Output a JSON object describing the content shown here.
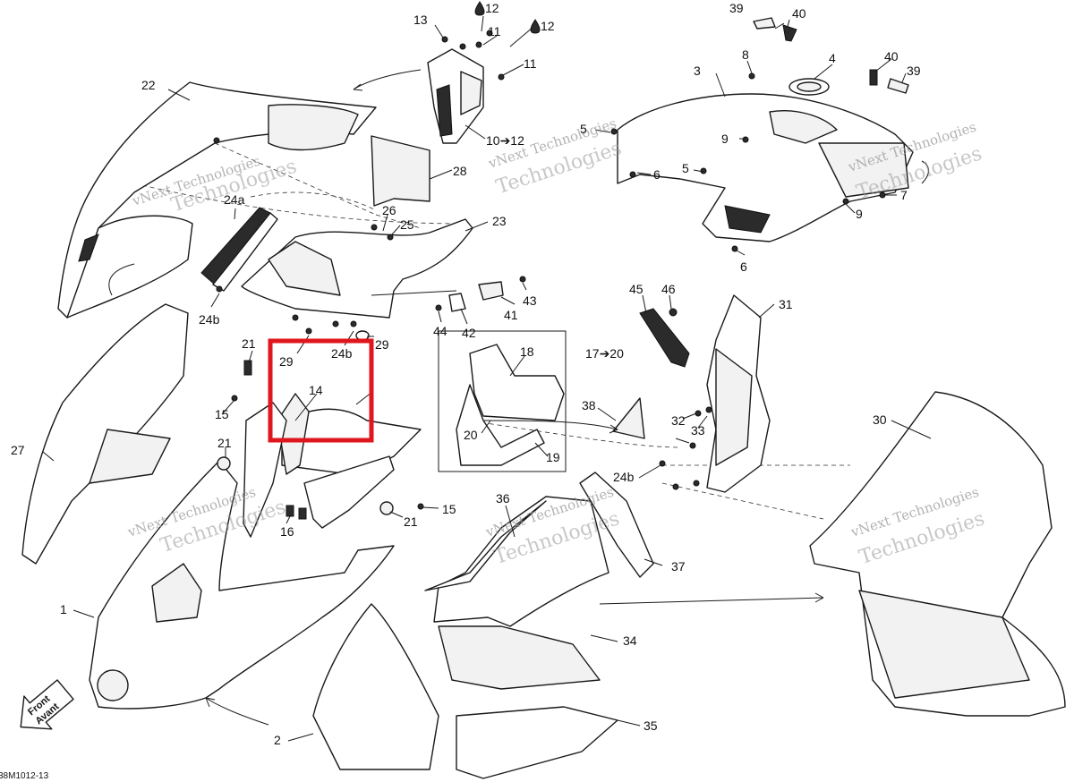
{
  "diagram": {
    "document_id": "38M1012-13",
    "front_label": "Front",
    "front_label_fr": "Avant",
    "highlight_color": "#e0161e",
    "watermarks": [
      {
        "id": "wm1",
        "line1": "vNext Technologies",
        "line2": "Technologies"
      },
      {
        "id": "wm2",
        "line1": "vNext Technologies",
        "line2": "Technologies"
      },
      {
        "id": "wm3",
        "line1": "vNext Technologies",
        "line2": "Technologies"
      },
      {
        "id": "wm4",
        "line1": "vNext Technologies",
        "line2": "Technologies"
      },
      {
        "id": "wm5",
        "line1": "vNext Technologies",
        "line2": "Technologies"
      },
      {
        "id": "wm6",
        "line1": "vNext Technologies",
        "line2": "Technologies"
      }
    ],
    "callouts": {
      "c1": "1",
      "c2": "2",
      "c3": "3",
      "c4": "4",
      "c5a": "5",
      "c5b": "5",
      "c6a": "6",
      "c6b": "6",
      "c7": "7",
      "c8": "8",
      "c9a": "9",
      "c9b": "9",
      "c10": "10➔12",
      "c11a": "11",
      "c11b": "11",
      "c12a": "12",
      "c12b": "12",
      "c13": "13",
      "c14": "14",
      "c15a": "15",
      "c15b": "15",
      "c16": "16",
      "c17": "17➔20",
      "c18": "18",
      "c19": "19",
      "c20": "20",
      "c21a": "21",
      "c21b": "21",
      "c21c": "21",
      "c22": "22",
      "c23": "23",
      "c24a": "24a",
      "c24b1": "24b",
      "c24b2": "24b",
      "c24b3": "24b",
      "c25": "25",
      "c26": "26",
      "c27": "27",
      "c28": "28",
      "c29a": "29",
      "c29b": "29",
      "c30": "30",
      "c31": "31",
      "c32": "32",
      "c33": "33",
      "c34": "34",
      "c35": "35",
      "c36": "36",
      "c37": "37",
      "c38": "38",
      "c39a": "39",
      "c39b": "39",
      "c40a": "40",
      "c40b": "40",
      "c41": "41",
      "c42": "42",
      "c43": "43",
      "c44": "44",
      "c45": "45",
      "c46": "46"
    }
  }
}
